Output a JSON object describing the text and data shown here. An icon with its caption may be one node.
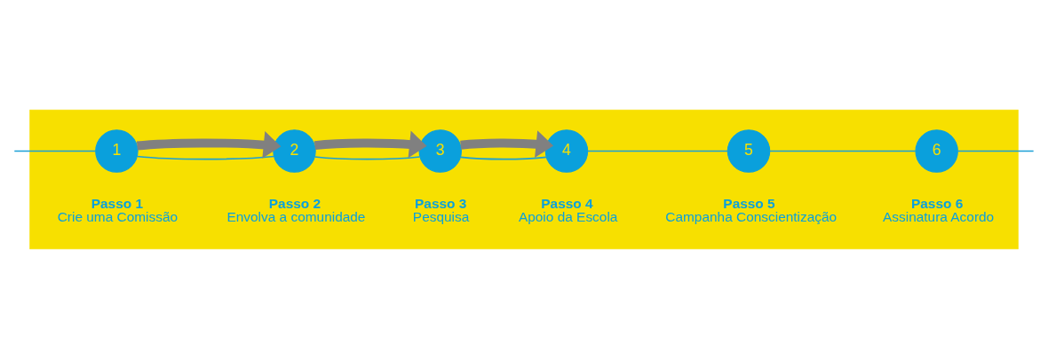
{
  "diagram": {
    "nodes": [
      {
        "text": [],
        "shape": "box"
      },
      {
        "text": [
          "1"
        ],
        "in": 0,
        "beside": [
          "Passo 1",
          "Crie uma Comissão"
        ]
      },
      {
        "text": [
          "2"
        ],
        "in": 0,
        "beside": [
          "Passo 2",
          "Envolva a comunidade"
        ]
      },
      {
        "text": [
          "3"
        ],
        "in": 0,
        "beside": [
          "Passo 3",
          "Pesquisa"
        ]
      },
      {
        "text": [
          "4"
        ],
        "in": 0,
        "beside": [
          "Passo 4",
          "Apoio da Escola"
        ]
      },
      {
        "text": [
          "5"
        ],
        "in": 0,
        "beside": [
          "Passo 5",
          "Campanha Conscientização"
        ]
      },
      {
        "text": [
          "6"
        ],
        "in": 0,
        "beside": [
          "Passo 6",
          "Assinatura Acordo"
        ]
      }
    ],
    "edges": [
      {
        "from": null,
        "to": 1,
        "arrow": "none"
      },
      {
        "from": 1,
        "to": 2,
        "arrow": "none"
      },
      {
        "from": 2,
        "to": 3,
        "arrow": "none"
      },
      {
        "from": 3,
        "to": 4,
        "arrow": "none"
      },
      {
        "from": 4,
        "to": 5,
        "arrow": "none"
      },
      {
        "from": 5,
        "to": 6,
        "arrow": "none"
      },
      {
        "from": 6,
        "to": null,
        "arrow": "none"
      },
      {
        "from": 1,
        "to": 2,
        "arrow": "to",
        "style": "thick",
        "color": "#808080"
      },
      {
        "from": 2,
        "to": 3,
        "arrow": "to",
        "style": "thick",
        "color": "#808080"
      },
      {
        "from": 3,
        "to": 4,
        "arrow": "to",
        "style": "thick",
        "color": "#808080"
      }
    ]
  }
}
